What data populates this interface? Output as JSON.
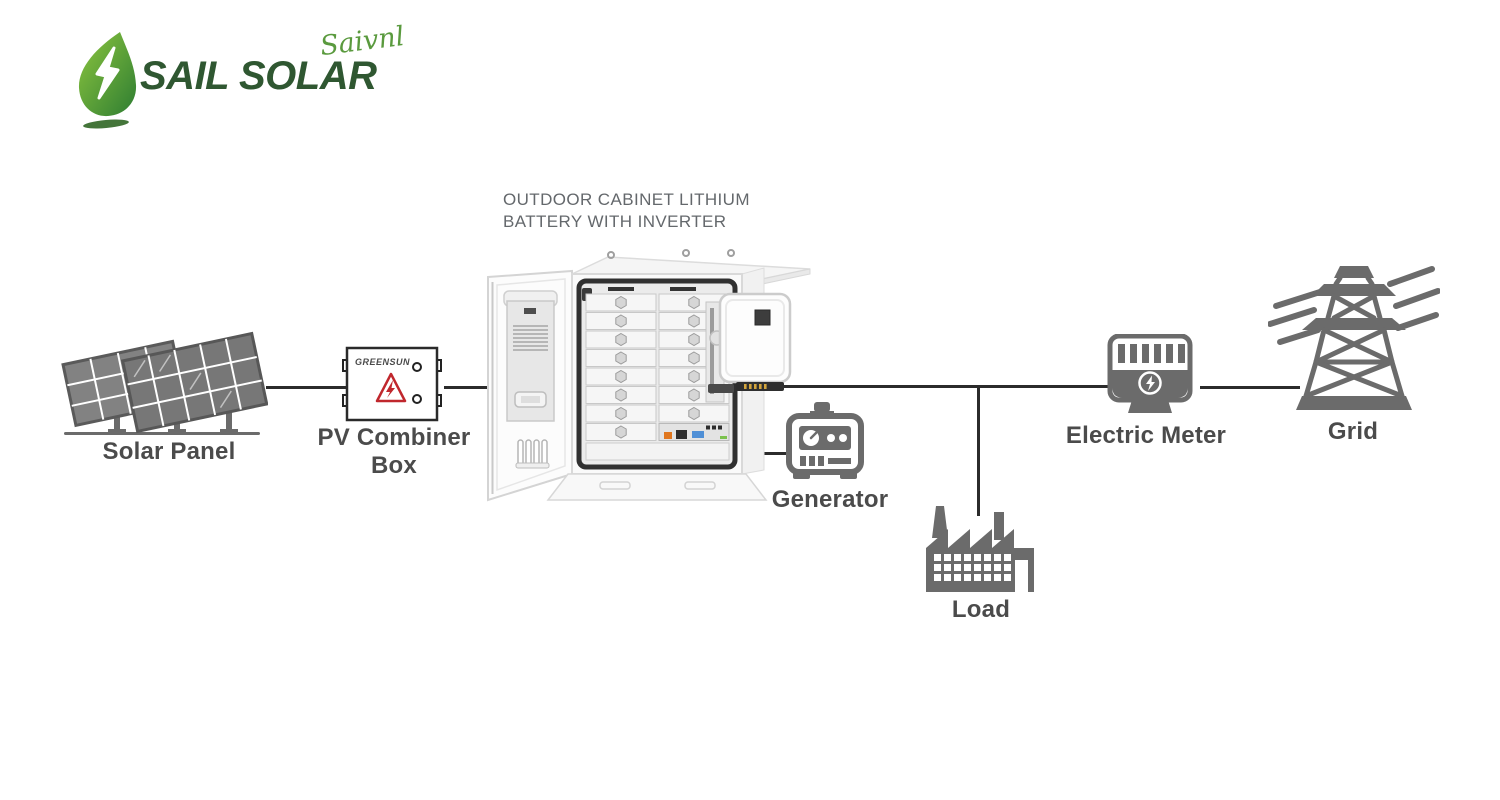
{
  "logo": {
    "brand": "SAIL SOLAR",
    "script": "Saivnl"
  },
  "title": {
    "line1": "OUTDOOR CABINET LITHIUM",
    "line2": "BATTERY WITH INVERTER"
  },
  "nodes": {
    "solar_panel": {
      "label": "Solar Panel"
    },
    "pv_combiner": {
      "label": "PV Combiner Box",
      "brand": "GREENSUN"
    },
    "cabinet": {
      "label": ""
    },
    "generator": {
      "label": "Generator"
    },
    "load": {
      "label": "Load"
    },
    "electric_meter": {
      "label": "Electric Meter"
    },
    "grid": {
      "label": "Grid"
    }
  },
  "colors": {
    "icon_gray": "#6b6b6b",
    "label_gray": "#4b4b4b",
    "line_dark": "#2b2b2b",
    "logo_green_dark": "#2f5731",
    "logo_green_light": "#8dc63f",
    "script_green": "#5a9a3e",
    "warning_red": "#c0272d",
    "title_gray": "#64686c"
  }
}
